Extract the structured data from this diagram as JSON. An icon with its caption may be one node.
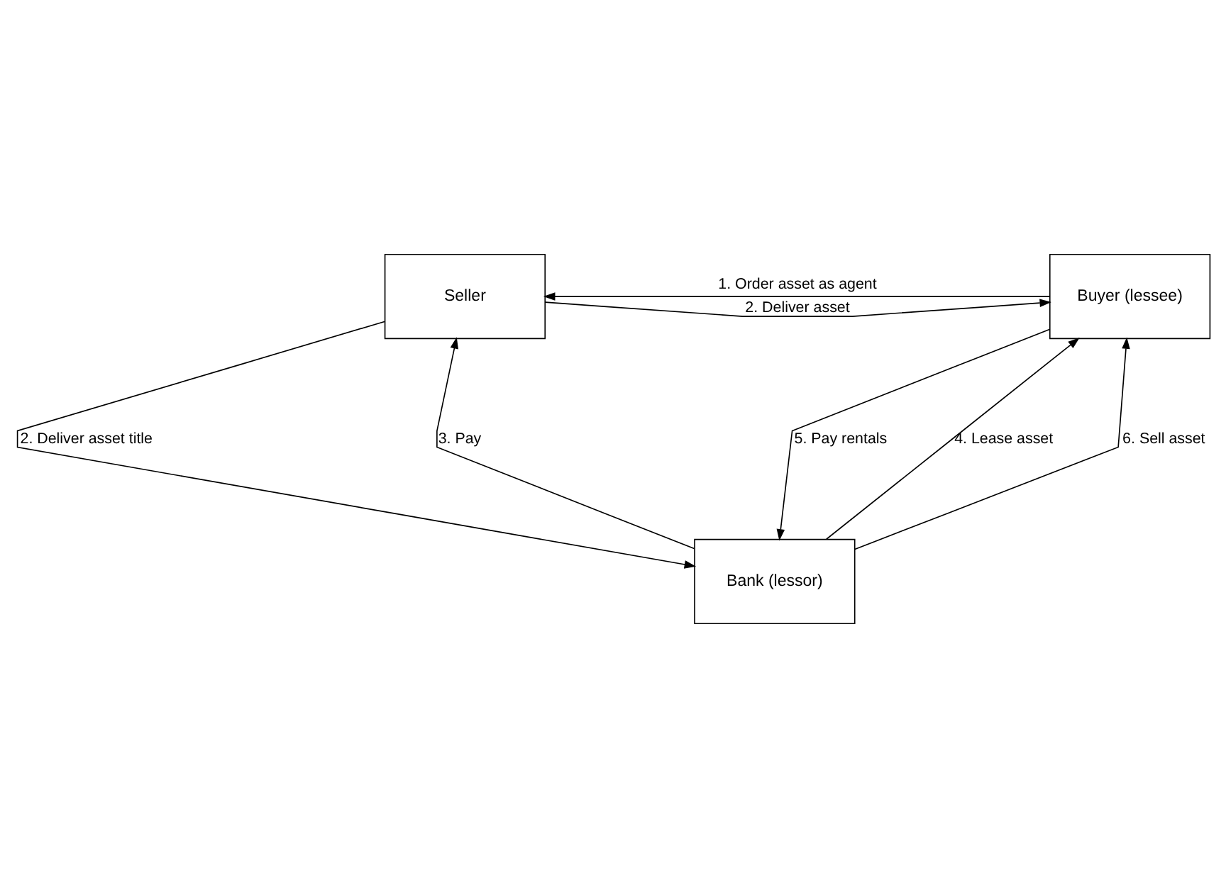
{
  "diagram": {
    "nodes": [
      {
        "text": [
          "Seller"
        ]
      },
      {
        "text": [
          "Buyer (lessee)"
        ]
      },
      {
        "text": [
          "Bank (lessor)"
        ]
      }
    ],
    "edges": [
      {
        "from": 1,
        "to": 0,
        "arrow": "to",
        "label": "1. Order asset as agent"
      },
      {
        "from": 0,
        "to": 1,
        "arrow": "to",
        "label": "2. Deliver asset"
      },
      {
        "from": 0,
        "to": 2,
        "arrow": "to",
        "label": "2. Deliver asset title"
      },
      {
        "from": 2,
        "to": 0,
        "arrow": "to",
        "label": "3. Pay"
      },
      {
        "from": 2,
        "to": 1,
        "arrow": "to",
        "label": "4. Lease asset"
      },
      {
        "from": 1,
        "to": 2,
        "arrow": "to",
        "label": "5. Pay rentals"
      },
      {
        "from": 2,
        "to": 1,
        "arrow": "to",
        "label": "6. Sell asset"
      }
    ]
  }
}
